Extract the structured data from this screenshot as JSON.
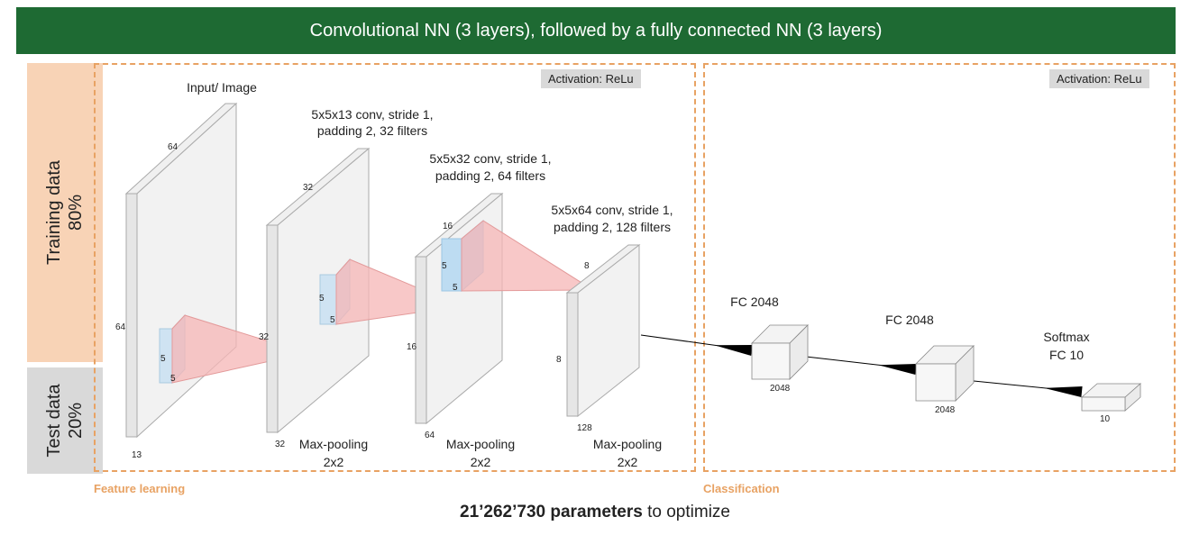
{
  "title": "Convolutional NN (3 layers), followed by a fully connected NN (3 layers)",
  "side": {
    "training": {
      "label": "Training data",
      "pct": "80%"
    },
    "test": {
      "label": "Test data",
      "pct": "20%"
    }
  },
  "activation": "Activation: ReLu",
  "sections": {
    "feature": "Feature learning",
    "classification": "Classification"
  },
  "layers": {
    "input": {
      "label": "Input/ Image",
      "top": "64",
      "left": "64",
      "bottom": "13"
    },
    "conv1": {
      "line1": "5x5x13 conv, stride 1,",
      "line2": "padding 2, 32 filters",
      "kernel_h": "5",
      "kernel_w": "5",
      "top": "32",
      "side": "32",
      "bottom": "32"
    },
    "conv2": {
      "line1": "5x5x32 conv, stride 1,",
      "line2": "padding 2, 64 filters",
      "kernel_h": "5",
      "kernel_w": "5",
      "top": "16",
      "side": "16",
      "bottom": "64"
    },
    "conv3": {
      "line1": "5x5x64 conv, stride 1,",
      "line2": "padding 2, 128 filters",
      "kernel_h": "5",
      "kernel_w": "5",
      "top": "8",
      "side": "8",
      "bottom": "128"
    },
    "pool": {
      "line1": "Max-pooling",
      "line2": "2x2"
    },
    "fc1": {
      "label": "FC 2048",
      "size": "2048"
    },
    "fc2": {
      "label": "FC 2048",
      "size": "2048"
    },
    "fc3": {
      "line1": "Softmax",
      "line2": "FC 10",
      "size": "10"
    }
  },
  "footer": {
    "count": "21’262’730",
    "bold": "parameters",
    "rest": " to optimize"
  }
}
